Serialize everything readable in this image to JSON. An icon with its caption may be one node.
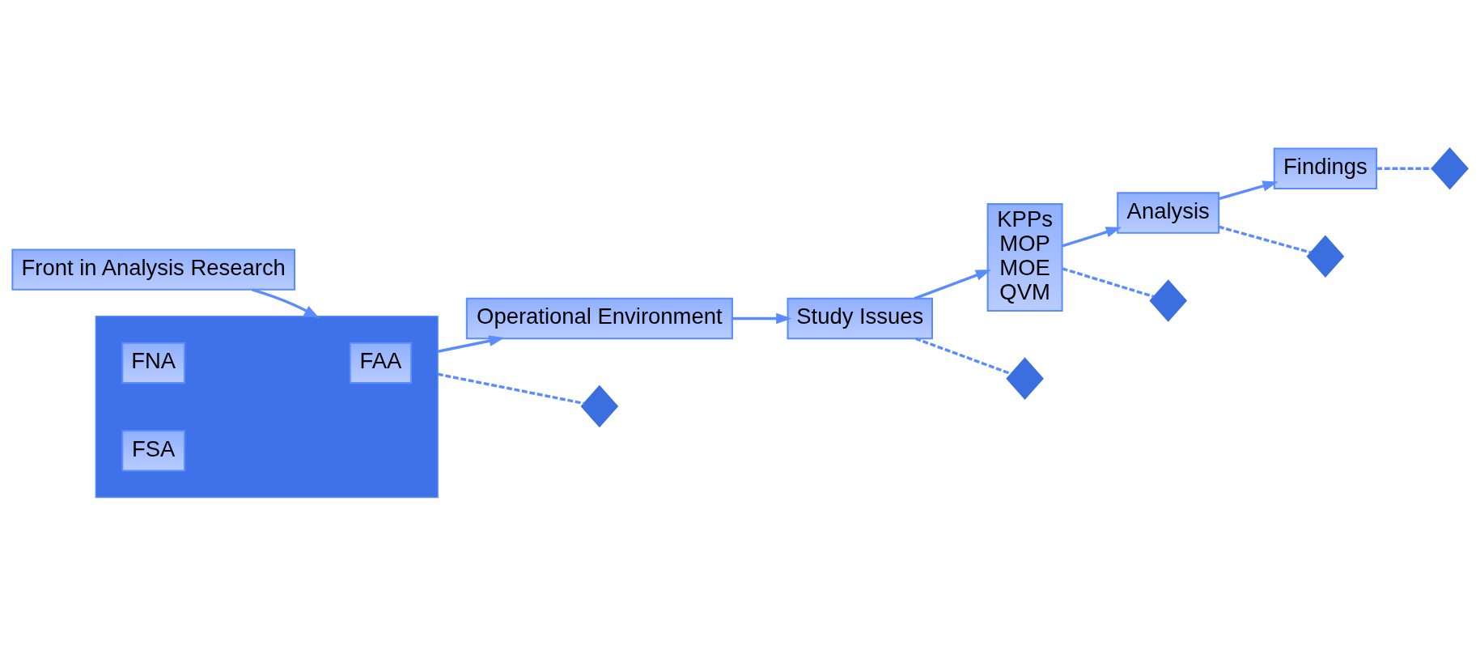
{
  "diagram": {
    "nodes": [
      {
        "text": [
          "Front in Analysis Research"
        ]
      },
      {
        "text": [],
        "shape": "box"
      },
      {
        "text": [
          "FAA"
        ],
        "in": 1
      },
      {
        "text": [
          "FNA"
        ],
        "in": 1
      },
      {
        "text": [
          "FSA"
        ],
        "in": 1
      },
      {
        "text": [
          "Operational Environment"
        ]
      },
      {
        "text": [
          "Study Issues"
        ]
      },
      {
        "text": [
          "KPPs",
          "MOP",
          "MOE",
          "QVM"
        ]
      },
      {
        "text": [
          "Analysis"
        ]
      },
      {
        "text": [
          "Findings"
        ]
      },
      {
        "text": [],
        "shape": "diamond"
      },
      {
        "text": [],
        "shape": "diamond"
      },
      {
        "text": [],
        "shape": "diamond"
      },
      {
        "text": [],
        "shape": "diamond"
      },
      {
        "text": [],
        "shape": "diamond"
      }
    ],
    "edges": [
      {
        "from": 0,
        "to": 1,
        "arrow": "to"
      },
      {
        "from": 1,
        "to": 5,
        "arrow": "to"
      },
      {
        "from": 5,
        "to": 6,
        "arrow": "to"
      },
      {
        "from": 6,
        "to": 7,
        "arrow": "to"
      },
      {
        "from": 7,
        "to": 8,
        "arrow": "to"
      },
      {
        "from": 8,
        "to": 9,
        "arrow": "to"
      },
      {
        "from": 1,
        "to": 10,
        "arrow": "none",
        "style": "dashed"
      },
      {
        "from": 6,
        "to": 11,
        "arrow": "none",
        "style": "dashed"
      },
      {
        "from": 7,
        "to": 12,
        "arrow": "none",
        "style": "dashed"
      },
      {
        "from": 8,
        "to": 13,
        "arrow": "none",
        "style": "dashed"
      },
      {
        "from": 9,
        "to": 14,
        "arrow": "none",
        "style": "dashed"
      }
    ]
  }
}
